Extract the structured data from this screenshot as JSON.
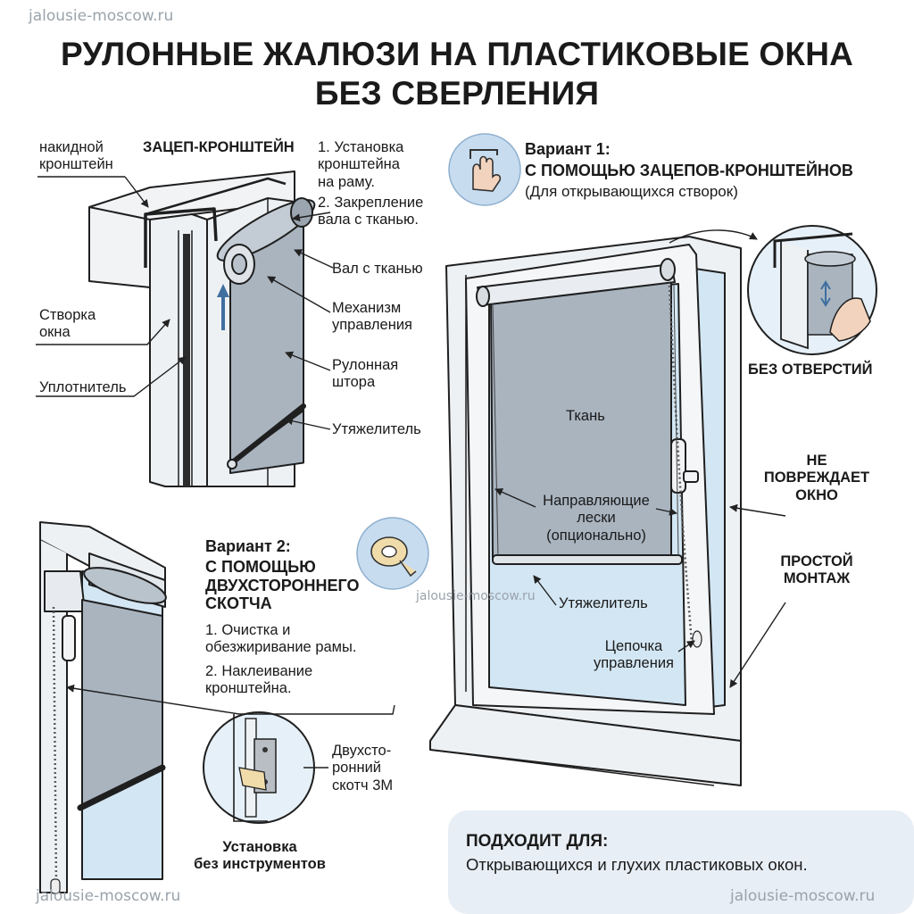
{
  "watermarks": {
    "top_left": "jalousie-moscow.ru",
    "middle": "jalousie-moscow.ru",
    "bottom_left": "jalousie-moscow.ru",
    "bottom_right": "jalousie-moscow.ru"
  },
  "title": {
    "line1": "РУЛОННЫЕ ЖАЛЮЗИ НА ПЛАСТИКОВЫЕ ОКНА",
    "line2": "БЕЗ СВЕРЛЕНИЯ"
  },
  "hook_bracket_diagram": {
    "heading": "ЗАЦЕП-КРОНШТЕЙН",
    "overhead_bracket": "накидной\nкронштейн",
    "step1": "1. Установка\n    кронштейна\n    на раму.",
    "step2": "2. Закрепление\n    вала с тканью.",
    "fabric_roller": "Вал с тканью",
    "control_mechanism": "Механизм\nуправления",
    "window_sash": "Створка\nокна",
    "roller_blind": "Рулонная\nштора",
    "seal": "Уплотнитель",
    "weight_bar": "Утяжелитель"
  },
  "variant1": {
    "title": "Вариант 1:",
    "subtitle": "С ПОМОЩЬЮ ЗАЦЕПОВ-КРОНШТЕЙНОВ",
    "note": "(Для открывающихся створок)",
    "icon": "hand-hook-icon",
    "no_holes": "БЕЗ ОТВЕРСТИЙ",
    "no_damage": "НЕ\nПОВРЕЖДАЕТ\nОКНО",
    "easy_install": "ПРОСТОЙ\nМОНТАЖ"
  },
  "window_diagram": {
    "fabric": "Ткань",
    "guide_lines": "Направляющие\nлески\n(опционально)",
    "weight_bar": "Утяжелитель",
    "control_chain": "Цепочка\nуправления"
  },
  "variant2": {
    "title": "Вариант 2:",
    "subtitle": "С ПОМОЩЬЮ\nДВУХСТОРОННЕГО\nСКОТЧА",
    "step1": "1. Очистка и\n    обезжиривание рамы.",
    "step2": "2. Наклеивание\n    кронштейна.",
    "tape_label": "Двухсто-\nронний\nскотч 3М",
    "no_tools": "Установка\nбез инструментов",
    "icon": "tape-roll-icon"
  },
  "suitable": {
    "heading": "ПОДХОДИТ ДЛЯ:",
    "text": "Открывающихся и глухих пластиковых окон."
  },
  "colors": {
    "fabric": "#a9b4bf",
    "frame": "#eef1f4",
    "glass": "#d3e6f3",
    "icon_circle": "#c7dcef",
    "outline": "#1f1f1f",
    "accent_arrow": "#3f6f9f",
    "info_box": "#e8eef5"
  }
}
